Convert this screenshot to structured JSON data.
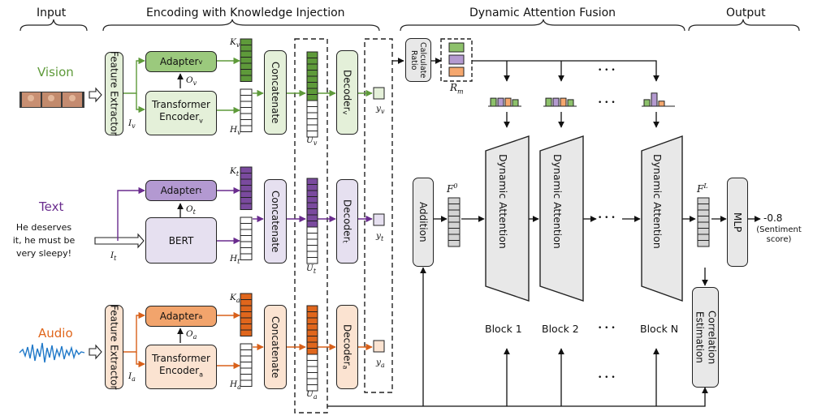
{
  "headers": {
    "input": "Input",
    "encoding": "Encoding with Knowledge Injection",
    "fusion": "Dynamic Attention Fusion",
    "output": "Output"
  },
  "modalities": {
    "vision": {
      "label": "Vision",
      "color": "#5e9a3a"
    },
    "text": {
      "label": "Text",
      "color": "#6a2c8e"
    },
    "audio": {
      "label": "Audio",
      "color": "#e0661c"
    }
  },
  "text_input": {
    "sentence": [
      "He deserves",
      "it, he must be",
      "very sleepy!"
    ]
  },
  "boxes": {
    "feature_extractor": "Feature Extractor",
    "adapter_v": "Adapter",
    "adapter_t": "Adapter",
    "adapter_a": "Adapter",
    "transformer_v": [
      "Transformer",
      "Encoder"
    ],
    "transformer_a": [
      "Transformer",
      "Encoder"
    ],
    "bert": "BERT",
    "concatenate": "Concatenate",
    "decoder": "Decoder",
    "calculate_ratio": [
      "Calculate",
      "Ratio"
    ],
    "addition": "Addition",
    "dynamic_attention": "Dynamic Attention",
    "mlp": "MLP",
    "correlation": [
      "Correlation",
      "Estimation"
    ]
  },
  "subscripts": {
    "v": "v",
    "t": "t",
    "a": "a"
  },
  "symbols": {
    "Kv": "K",
    "Ov": "O",
    "Hv": "H",
    "Iv": "I",
    "Uv": "U",
    "yv": "y",
    "Rm": "R",
    "Rm_sub": "m",
    "F0": "F",
    "F0_sup": "0",
    "FL": "F",
    "FL_sup": "L"
  },
  "blocks": [
    "Block 1",
    "Block 2",
    "Block N"
  ],
  "ellipsis": "• • •",
  "output": {
    "value": "-0.8",
    "note": [
      "(Sentiment",
      "score)"
    ]
  },
  "ratio_colors": [
    "#8dc16b",
    "#b49ad0",
    "#f5a76e"
  ],
  "ratio_bars": [
    [
      0.55,
      0.55,
      0.55,
      0.45
    ],
    [
      0.55,
      0.55,
      0.55,
      0.45
    ],
    [
      0.45,
      0.9,
      0.35,
      0.0
    ]
  ]
}
